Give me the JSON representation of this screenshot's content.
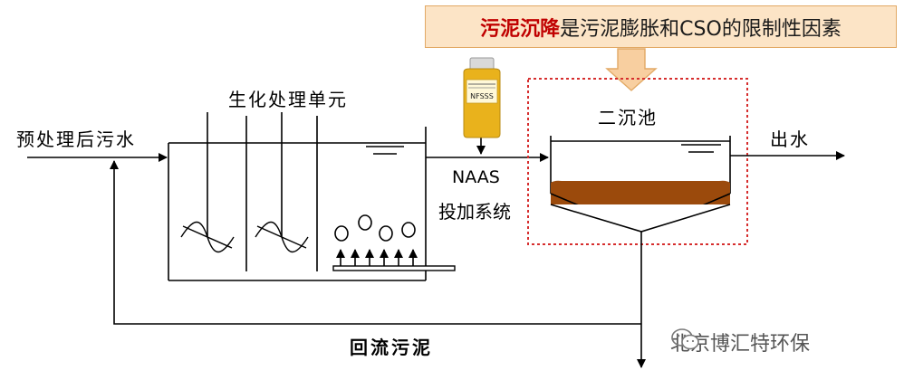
{
  "banner": {
    "highlight": "污泥沉降",
    "rest": "是污泥膨胀和CSO的限制性因素"
  },
  "labels": {
    "influent": "预处理后污水",
    "bio_unit": "生化处理单元",
    "naas_line1": "NAAS",
    "naas_line2": "投加系统",
    "clarifier": "二沉池",
    "effluent": "出水",
    "return_sludge": "回流污泥"
  },
  "bottle": {
    "label_text": "NFSSS"
  },
  "watermark": {
    "text": "北京博汇特环保",
    "icon": "wechat-icon"
  },
  "colors": {
    "banner_fill": "#fce4c6",
    "banner_border": "#e2a965",
    "banner_highlight": "#c00000",
    "sludge": "#9b4a0c",
    "dashed_box": "#d62e2e",
    "banner_arrow_fill": "#f8cfa0",
    "banner_arrow_stroke": "#e2a965",
    "line": "#000000",
    "bottle_liquid": "#e9b21c"
  }
}
